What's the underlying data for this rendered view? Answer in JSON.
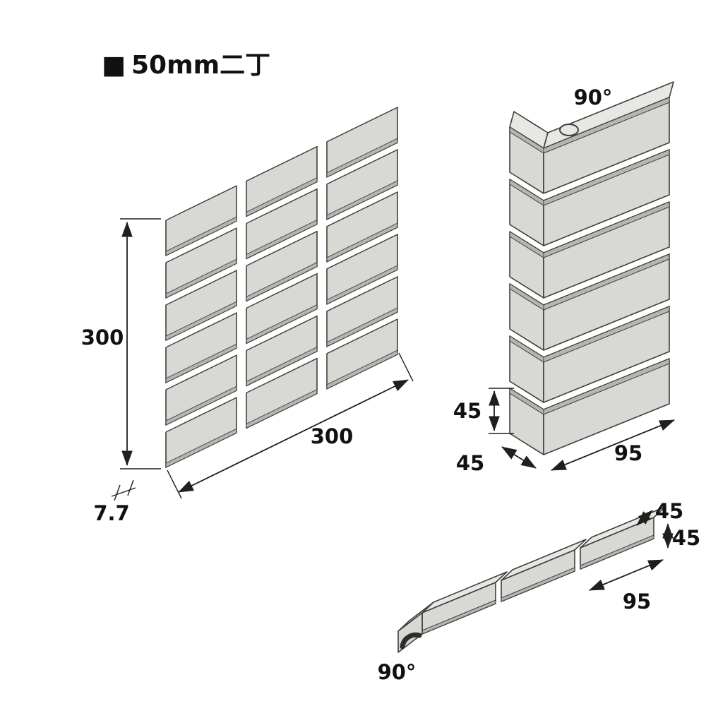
{
  "title": {
    "marker": "■",
    "text": "50mm二丁"
  },
  "colors": {
    "tile": "#d8d8d4",
    "tile-edge": "#b6b6b1",
    "tile-top": "#e7e7e3",
    "outline": "#3f3f3f",
    "dim": "#1f1f1f",
    "text": "#111111",
    "background": "#ffffff"
  },
  "sheet_view": {
    "height_label": "300",
    "width_label": "300",
    "thickness_label": "7.7"
  },
  "corner_view": {
    "angle_label": "90°",
    "tile_height_label": "45",
    "depth_label": "45",
    "width_label": "95"
  },
  "strip_view": {
    "depth_label": "45",
    "height_label": "45",
    "length_label": "95",
    "angle_label": "90°"
  }
}
